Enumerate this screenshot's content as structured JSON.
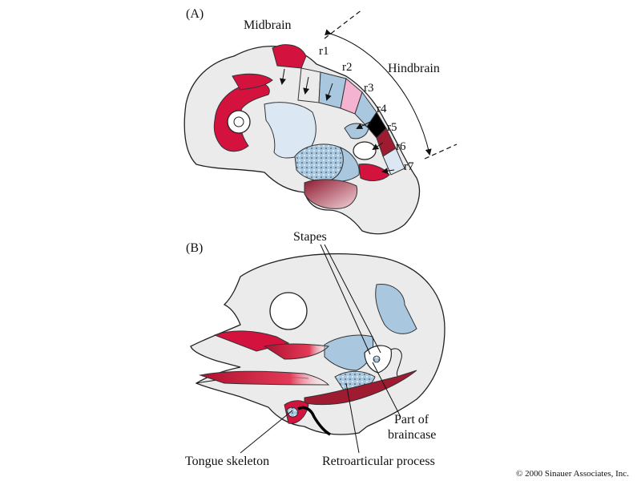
{
  "panel_a": {
    "label": "(A)",
    "labels": {
      "midbrain": "Midbrain",
      "hindbrain": "Hindbrain",
      "r1": "r1",
      "r2": "r2",
      "r3": "r3",
      "r4": "r4",
      "r5": "r5",
      "r6": "r6",
      "r7": "r7"
    }
  },
  "panel_b": {
    "label": "(B)",
    "labels": {
      "stapes": "Stapes",
      "part_of_braincase_line1": "Part of",
      "part_of_braincase_line2": "braincase",
      "tongue_skeleton": "Tongue skeleton",
      "retroarticular_process": "Retroarticular process"
    }
  },
  "copyright": "© 2000 Sinauer Associates, Inc.",
  "colors": {
    "crimson": "#d4123e",
    "dark_red": "#9e1b32",
    "light_blue": "#a9c8e0",
    "pale_blue": "#dbe7f3",
    "pink": "#f4b3d0",
    "black": "#000000",
    "grey": "#ebebeb"
  }
}
